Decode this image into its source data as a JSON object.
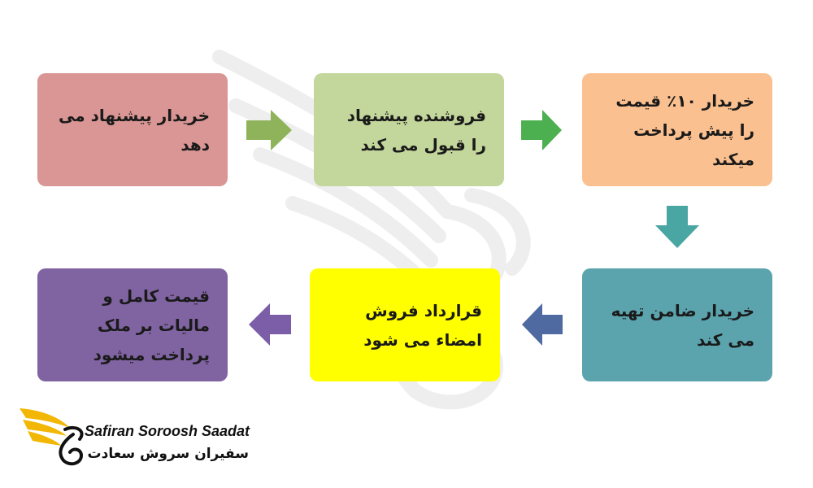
{
  "steps": [
    {
      "text": "خریدار پیشنهاد می دهد",
      "color": "#d99694"
    },
    {
      "text": "فروشنده پیشنهاد را قبول می کند",
      "color": "#c3d69b"
    },
    {
      "text": "خریدار ۱۰٪ قیمت را پیش پرداخت میکند",
      "color": "#fac090"
    },
    {
      "text": "خریدار ضامن تهیه می کند",
      "color": "#5ba4ae"
    },
    {
      "text": "قرارداد فروش امضاء می شود",
      "color": "#ffff00"
    },
    {
      "text": "قیمت کامل و مالیات بر ملک پرداخت میشود",
      "color": "#8064a2"
    }
  ],
  "arrow_colors": {
    "step1_to_2": "#8fb35a",
    "step2_to_3": "#4caf50",
    "step3_to_4": "#4aa6a3",
    "step4_to_5": "#4f6aa0",
    "step5_to_6": "#7b5ea7"
  },
  "logo": {
    "name_en": "Safiran Soroosh Saadat",
    "name_fa": "سفیران سروش سعادت",
    "icon": "swan-wings-icon",
    "accent": "#f2b705"
  }
}
